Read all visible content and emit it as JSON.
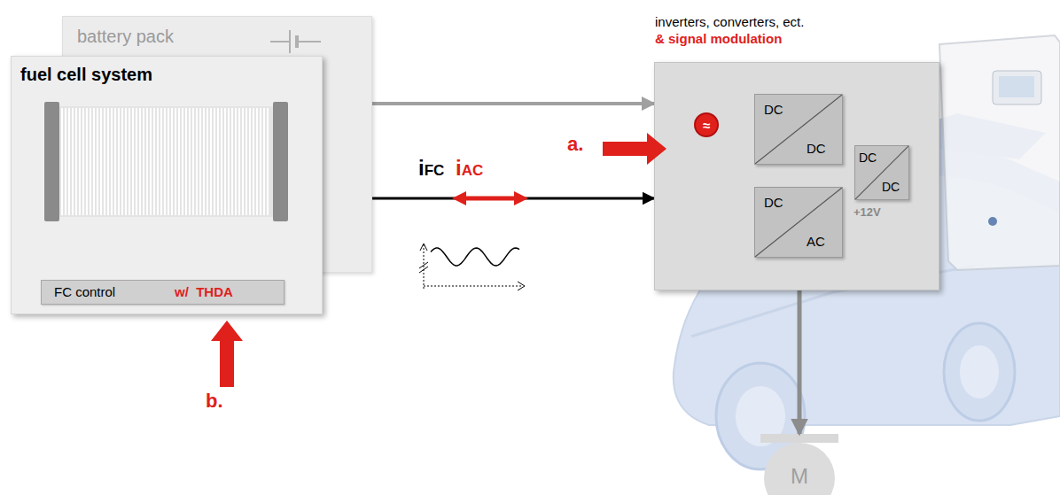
{
  "diagram": {
    "nodes": [
      {
        "text": [
          "battery pack"
        ]
      },
      {
        "text": [
          "fuel cell system"
        ]
      },
      {
        "text": [
          "FC control",
          "w/  THDA"
        ],
        "in": 1
      },
      {
        "text": [
          "inverters, converters, ect.",
          "& signal modulation"
        ]
      },
      {
        "text": [
          "≈"
        ],
        "in": 3
      },
      {
        "text": [
          "DC",
          "DC"
        ],
        "in": 3
      },
      {
        "text": [
          "DC",
          "DC"
        ],
        "in": 3
      },
      {
        "text": [
          "DC",
          "AC"
        ],
        "in": 3
      },
      {
        "text": [
          "M"
        ]
      }
    ],
    "edges": [
      {
        "from": 0,
        "to": 3,
        "arrow": "to"
      },
      {
        "from": 1,
        "to": 3,
        "arrow": "to"
      },
      {
        "from": 4,
        "to": 5,
        "arrow": "to"
      },
      {
        "from": 3,
        "to": 8,
        "arrow": "to"
      }
    ],
    "labels": [
      "iFC",
      "iAC",
      "a.",
      "b.",
      "+12V"
    ]
  }
}
